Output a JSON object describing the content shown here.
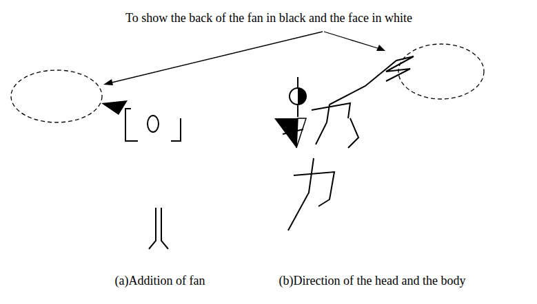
{
  "diagram": {
    "labels": [
      "To show the back of the fan in black and the face in white",
      "(a)Addition of fan",
      "(b)Direction of the head and the body"
    ]
  }
}
